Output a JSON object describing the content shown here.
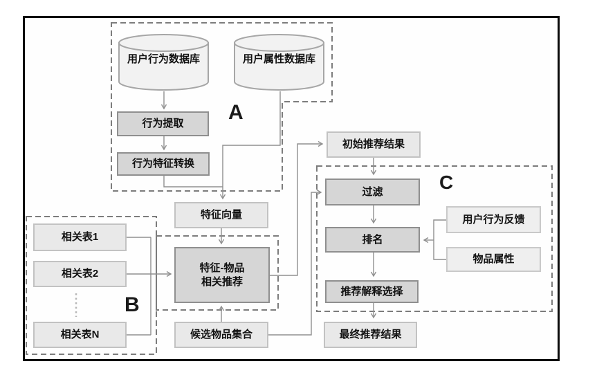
{
  "sections": {
    "a": "A",
    "b": "B",
    "c": "C"
  },
  "nodes": {
    "db_behavior": "用户行为数据库",
    "db_attr": "用户属性数据库",
    "extract": "行为提取",
    "convert": "行为特征转换",
    "feature_vec": "特征向量",
    "table1": "相关表1",
    "table2": "相关表2",
    "tableN": "相关表N",
    "fir_l1": "特征-物品",
    "fir_l2": "相关推荐",
    "candidate": "候选物品集合",
    "initial": "初始推荐结果",
    "filter": "过滤",
    "rank": "排名",
    "explain": "推荐解释选择",
    "final": "最终推荐结果",
    "feedback": "用户行为反馈",
    "item_attr": "物品属性"
  },
  "colors": {
    "frame": "#0a0a0a",
    "dark_box_fill": "#d6d6d6",
    "dark_box_border": "#8f8f8f",
    "light_box_fill": "#e9e9e9",
    "light_box_border": "#c2c2c2",
    "cylinder_fill": "#f2f2f2",
    "cylinder_border": "#a6a6a6",
    "connector": "#8f8f8f",
    "dashed_border": "#7c7c7c"
  }
}
